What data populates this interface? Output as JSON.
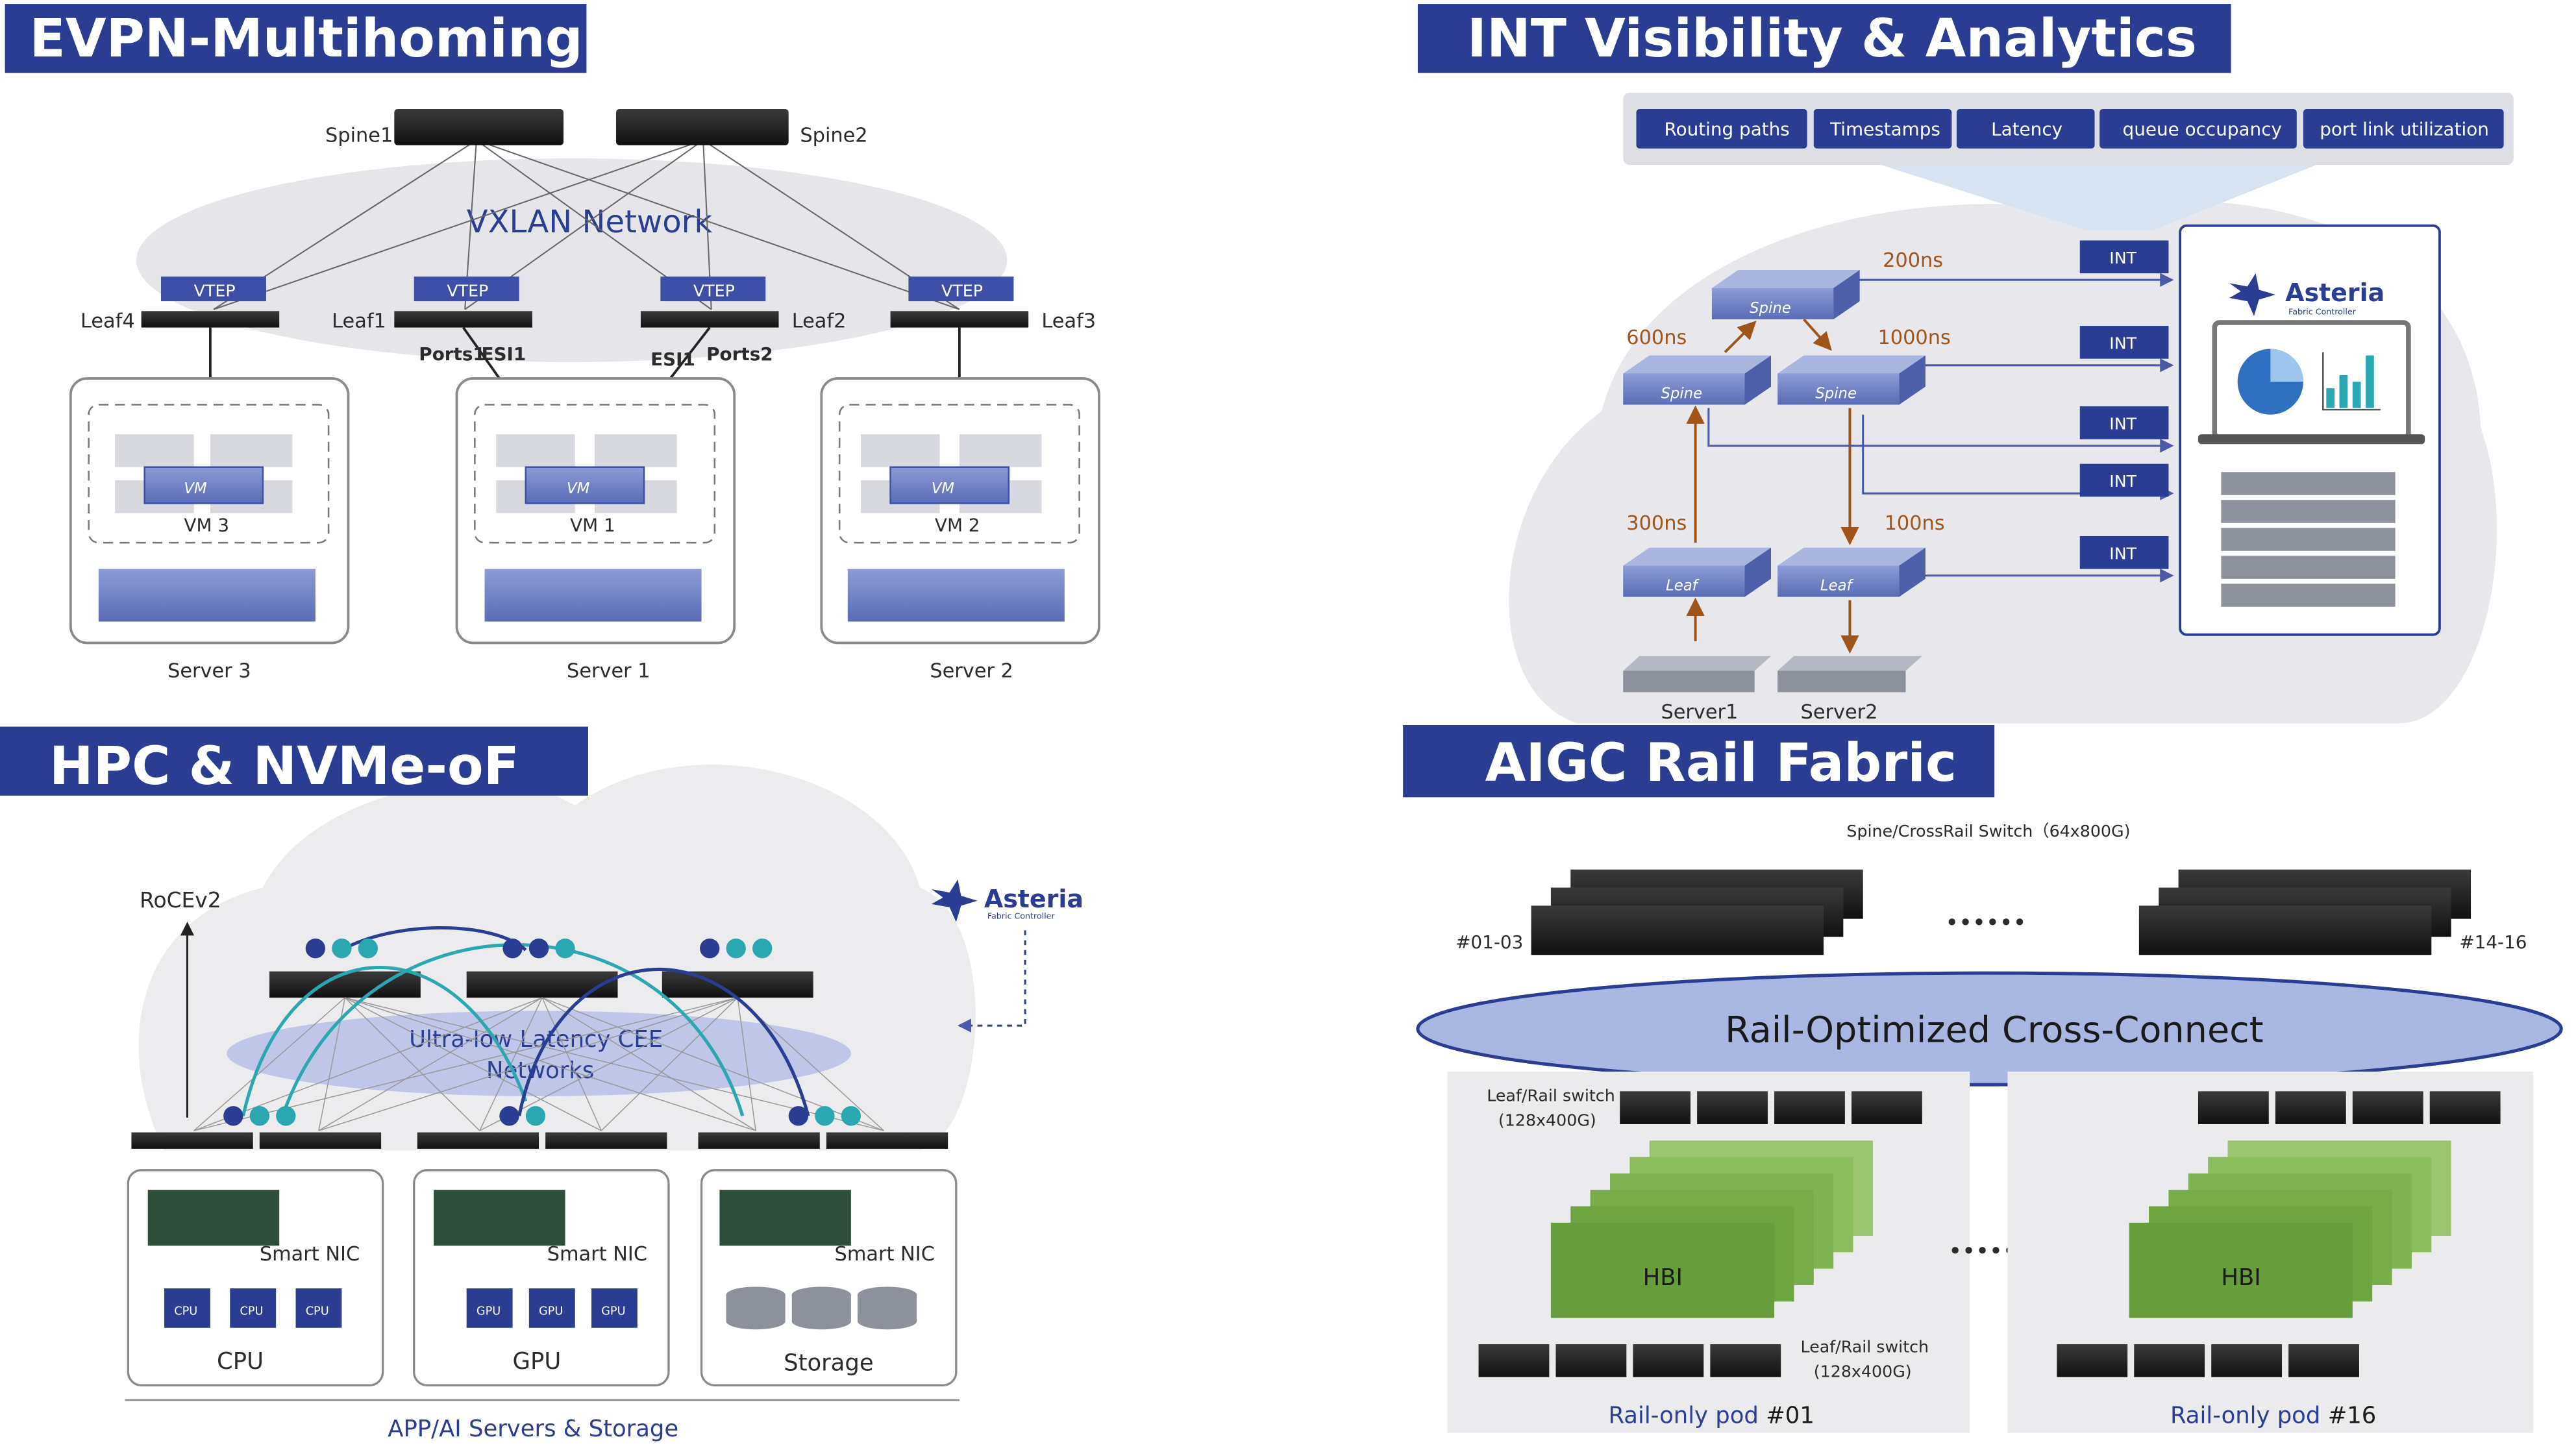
{
  "panels": {
    "evpn": {
      "title": "EVPN-Multihoming",
      "network_label": "VXLAN Network",
      "spines": [
        "Spine1",
        "Spine2"
      ],
      "vtep_label": "VTEP",
      "leaves": [
        "Leaf4",
        "Leaf1",
        "Leaf2",
        "Leaf3"
      ],
      "ports1": "Ports1",
      "esi1_left": "ESI1",
      "esi1_right": "ESI1",
      "ports2": "Ports2",
      "vm_label": "VM",
      "vms": [
        "VM 3",
        "VM 1",
        "VM 2"
      ],
      "servers": [
        "Server 3",
        "Server 1",
        "Server 2"
      ]
    },
    "int": {
      "title": "INT Visibility & Analytics",
      "chips": [
        "Routing paths",
        "Timestamps",
        "Latency",
        "queue occupancy",
        "port link utilization"
      ],
      "spine_label": "Spine",
      "leaf_label": "Leaf",
      "latencies": {
        "top": "200ns",
        "left": "600ns",
        "right": "1000ns",
        "leaf_left": "300ns",
        "leaf_right": "100ns"
      },
      "int_tag": "INT",
      "servers": [
        "Server1",
        "Server2"
      ],
      "controller": {
        "brand": "Asteria",
        "sub": "Fabric Controller"
      }
    },
    "hpc": {
      "title": "HPC & NVMe-oF",
      "rocev2": "RoCEv2",
      "network_lines": [
        "Ultra-low Latency CEE",
        "Networks"
      ],
      "smart_nic": "Smart NIC",
      "chip_labels": [
        "CPU",
        "GPU"
      ],
      "nodes": [
        "CPU",
        "GPU",
        "Storage"
      ],
      "footer": "APP/AI Servers & Storage",
      "controller": {
        "brand": "Asteria",
        "sub": "Fabric Controller"
      }
    },
    "aigc": {
      "title": "AIGC Rail Fabric",
      "spine_switch": "Spine/CrossRail Switch（64x800G)",
      "group_left": "#01-03",
      "group_right": "#14-16",
      "ellipsis": "••••••",
      "cross_connect": "Rail-Optimized Cross-Connect",
      "leaf_switch_top": [
        "Leaf/Rail switch",
        "(128x400G)"
      ],
      "leaf_switch_bottom": [
        "Leaf/Rail switch",
        "(128x400G)"
      ],
      "hbi": "HBI",
      "pod_left": {
        "name": "Rail-only pod",
        "num": "#01"
      },
      "pod_right": {
        "name": "Rail-only pod",
        "num": "#16"
      }
    }
  },
  "colors": {
    "title_bar": "#2a3d93",
    "accent_blue": "#2a3d93",
    "switch_dark": "#1e1e1e",
    "device_blue": "#6f7fc4",
    "latency_orange": "#a0541a",
    "teal": "#2aa7b0",
    "hbi_green": "#6fab3e",
    "cloud_gray": "#e8e8ec"
  }
}
